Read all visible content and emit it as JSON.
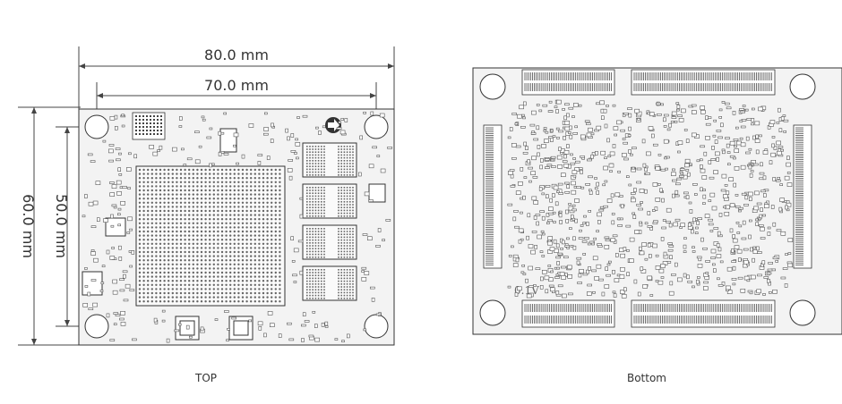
{
  "dimensions": {
    "width_outer": "80.0 mm",
    "width_inner": "70.0 mm",
    "height_outer": "60.0 mm",
    "height_inner": "50.0 mm"
  },
  "views": {
    "top_label": "TOP",
    "bottom_label": "Bottom"
  },
  "board": {
    "bottom_version": "0.1V"
  },
  "colors": {
    "board_fill": "#f2f2f2",
    "line": "#333333",
    "component": "#555555"
  }
}
